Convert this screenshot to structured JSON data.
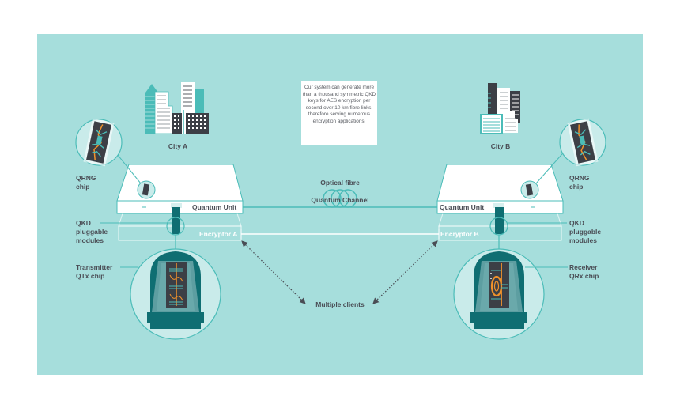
{
  "diagram": {
    "colors": {
      "background": "#a6dedc",
      "teal_line": "#4bbcb8",
      "dark_teal": "#0f6e72",
      "text": "#4a4d55",
      "chip_orange": "#f0922b",
      "chip_dark": "#3c3f46",
      "white": "#ffffff"
    },
    "info_box": "Our system can generate more than a thousand symmetric QKD keys for AES encryption per second over 10 km fibre links, therefore serving numerous encryption applications.",
    "channel": {
      "label_line1": "Optical fibre",
      "label_line2": "Quantum Channel"
    },
    "clients_label": "Multiple clients",
    "side_a": {
      "city": "City A",
      "quantum_unit": "Quantum Unit",
      "encryptor": "Encryptor A",
      "qrng_label": "QRNG\nchip",
      "qkd_label": "QKD\npluggable\nmodules",
      "chip_label": "Transmitter\nQTx chip"
    },
    "side_b": {
      "city": "City B",
      "quantum_unit": "Quantum Unit",
      "encryptor": "Encryptor B",
      "qrng_label": "QRNG\nchip",
      "qkd_label": "QKD\npluggable\nmodules",
      "chip_label": "Receiver\nQRx chip"
    }
  }
}
